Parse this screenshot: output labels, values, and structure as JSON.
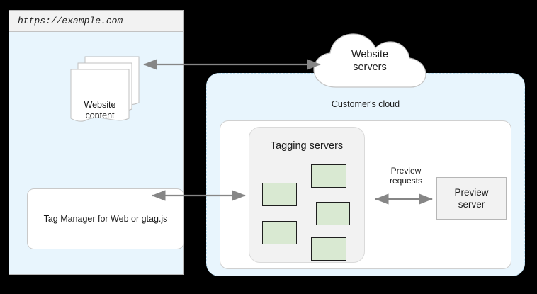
{
  "browser": {
    "url": "https://example.com",
    "website_content_label": "Website\ncontent",
    "website_content_line1": "Website",
    "website_content_line2": "content",
    "tag_manager_label": "Tag Manager for Web or gtag.js"
  },
  "cloud": {
    "container_label": "Customer's cloud",
    "website_servers_line1": "Website",
    "website_servers_line2": "servers",
    "tagging_servers_title": "Tagging servers",
    "server_count": 5
  },
  "preview": {
    "server_line1": "Preview",
    "server_line2": "server",
    "requests_line1": "Preview",
    "requests_line2": "requests"
  },
  "arrows": [
    {
      "name": "browser-to-website-servers",
      "type": "double-headed"
    },
    {
      "name": "tag-manager-to-tagging-servers",
      "type": "double-headed"
    },
    {
      "name": "tagging-servers-to-preview-server",
      "type": "double-headed"
    }
  ],
  "colors": {
    "page_background": "#000000",
    "browser_background": "#e8f5fd",
    "cloud_background": "#e8f5fd",
    "panel_background": "#ffffff",
    "group_background": "#f2f2f2",
    "server_node_fill": "#d9e9d2",
    "server_node_stroke": "#1f1f1f",
    "arrow_stroke": "#868686",
    "text": "#1a1a1a"
  }
}
